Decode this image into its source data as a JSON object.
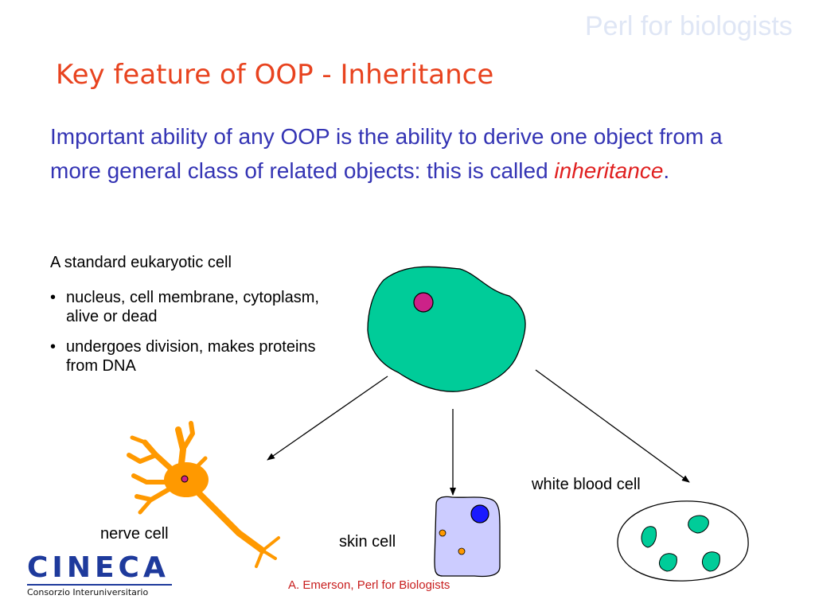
{
  "header": {
    "course_tag": "Perl for biologists"
  },
  "slide": {
    "title": "Key feature of OOP - Inheritance",
    "intro_text": "Important ability of any OOP is the ability to derive one object from a more general class of related objects: this is called",
    "intro_emphasis": "inheritance",
    "intro_end": "."
  },
  "base_class": {
    "heading": "A standard eukaryotic cell",
    "bullets": [
      "nucleus, cell membrane, cytoplasm, alive or dead",
      "undergoes division, makes proteins from DNA"
    ]
  },
  "derived_classes": {
    "nerve_cell": "nerve cell",
    "skin_cell": "skin cell",
    "white_blood_cell": "white blood cell"
  },
  "bullet_glyph": "•",
  "footer": {
    "credit": "A. Emerson, Perl for Biologists"
  },
  "logo": {
    "name": "CINECA",
    "subtitle": "Consorzio Interuniversitario"
  },
  "colors": {
    "title": "#e8431f",
    "intro": "#3434b4",
    "emphasis": "#e02020",
    "cell_fill": "#00cc99",
    "nucleus": "#cc2288",
    "nerve": "#ff9900",
    "skin_fill": "#ccccff",
    "skin_nucleus": "#1a1aff",
    "footer": "#c81e1e",
    "logo": "#1e3a9c"
  }
}
